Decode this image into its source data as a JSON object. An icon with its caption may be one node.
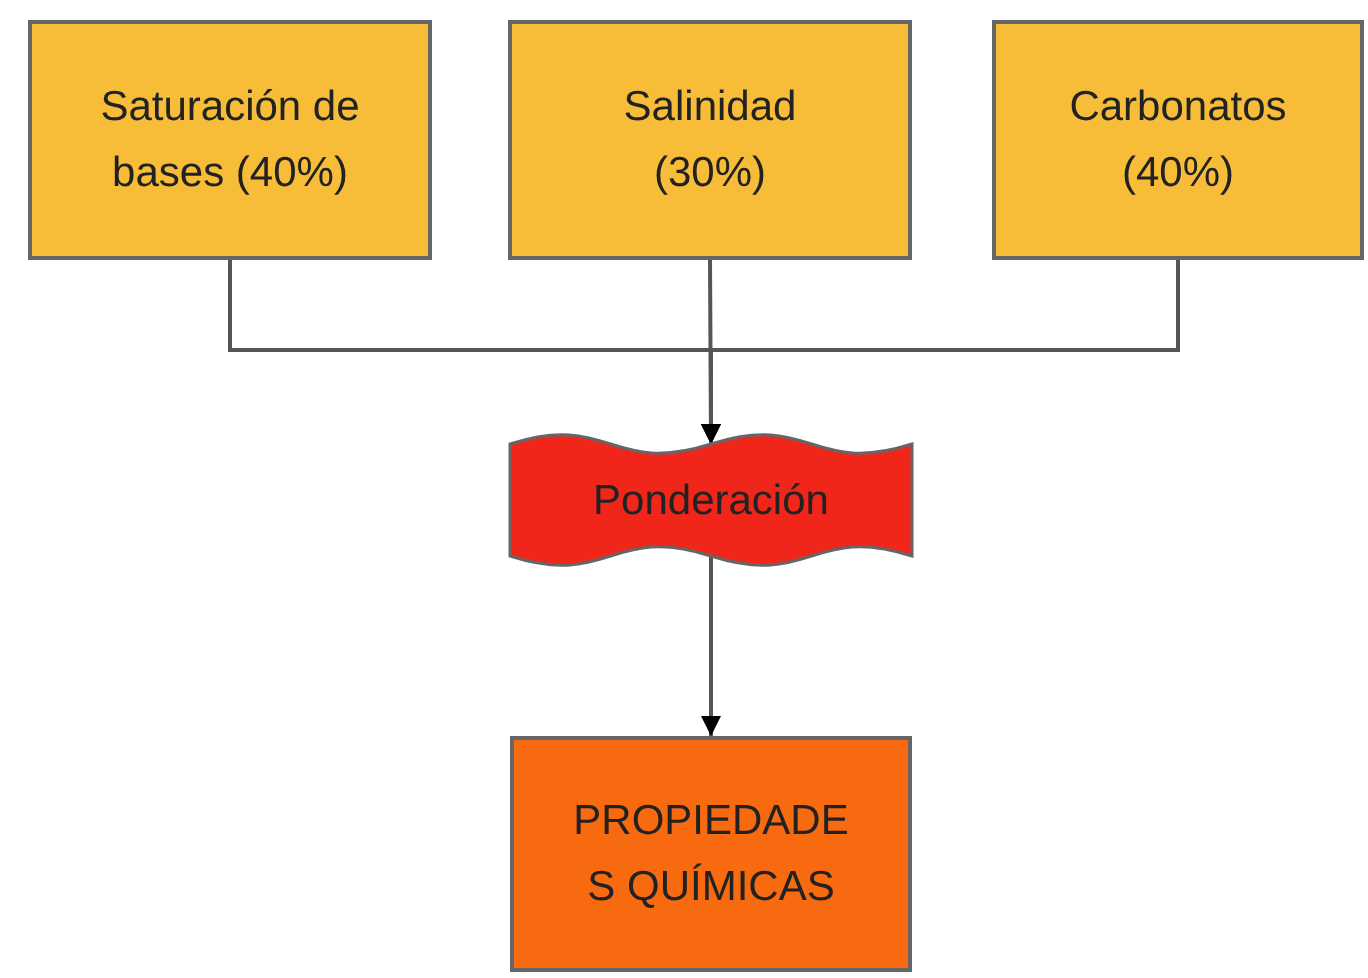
{
  "diagram": {
    "nodes": [
      {
        "text": [
          "Saturación de bases (40%)"
        ]
      },
      {
        "text": [
          "Salinidad (30%)"
        ]
      },
      {
        "text": [
          "Carbonatos (40%)"
        ]
      },
      {
        "text": [
          "Ponderación"
        ]
      },
      {
        "text": [
          "PROPIEDADES QUÍMICAS"
        ]
      }
    ],
    "edges": [
      {
        "from": 0,
        "to": 3,
        "arrow": "to"
      },
      {
        "from": 1,
        "to": 3,
        "arrow": "to"
      },
      {
        "from": 2,
        "to": 3,
        "arrow": "to"
      },
      {
        "from": 3,
        "to": 4,
        "arrow": "to"
      }
    ]
  }
}
